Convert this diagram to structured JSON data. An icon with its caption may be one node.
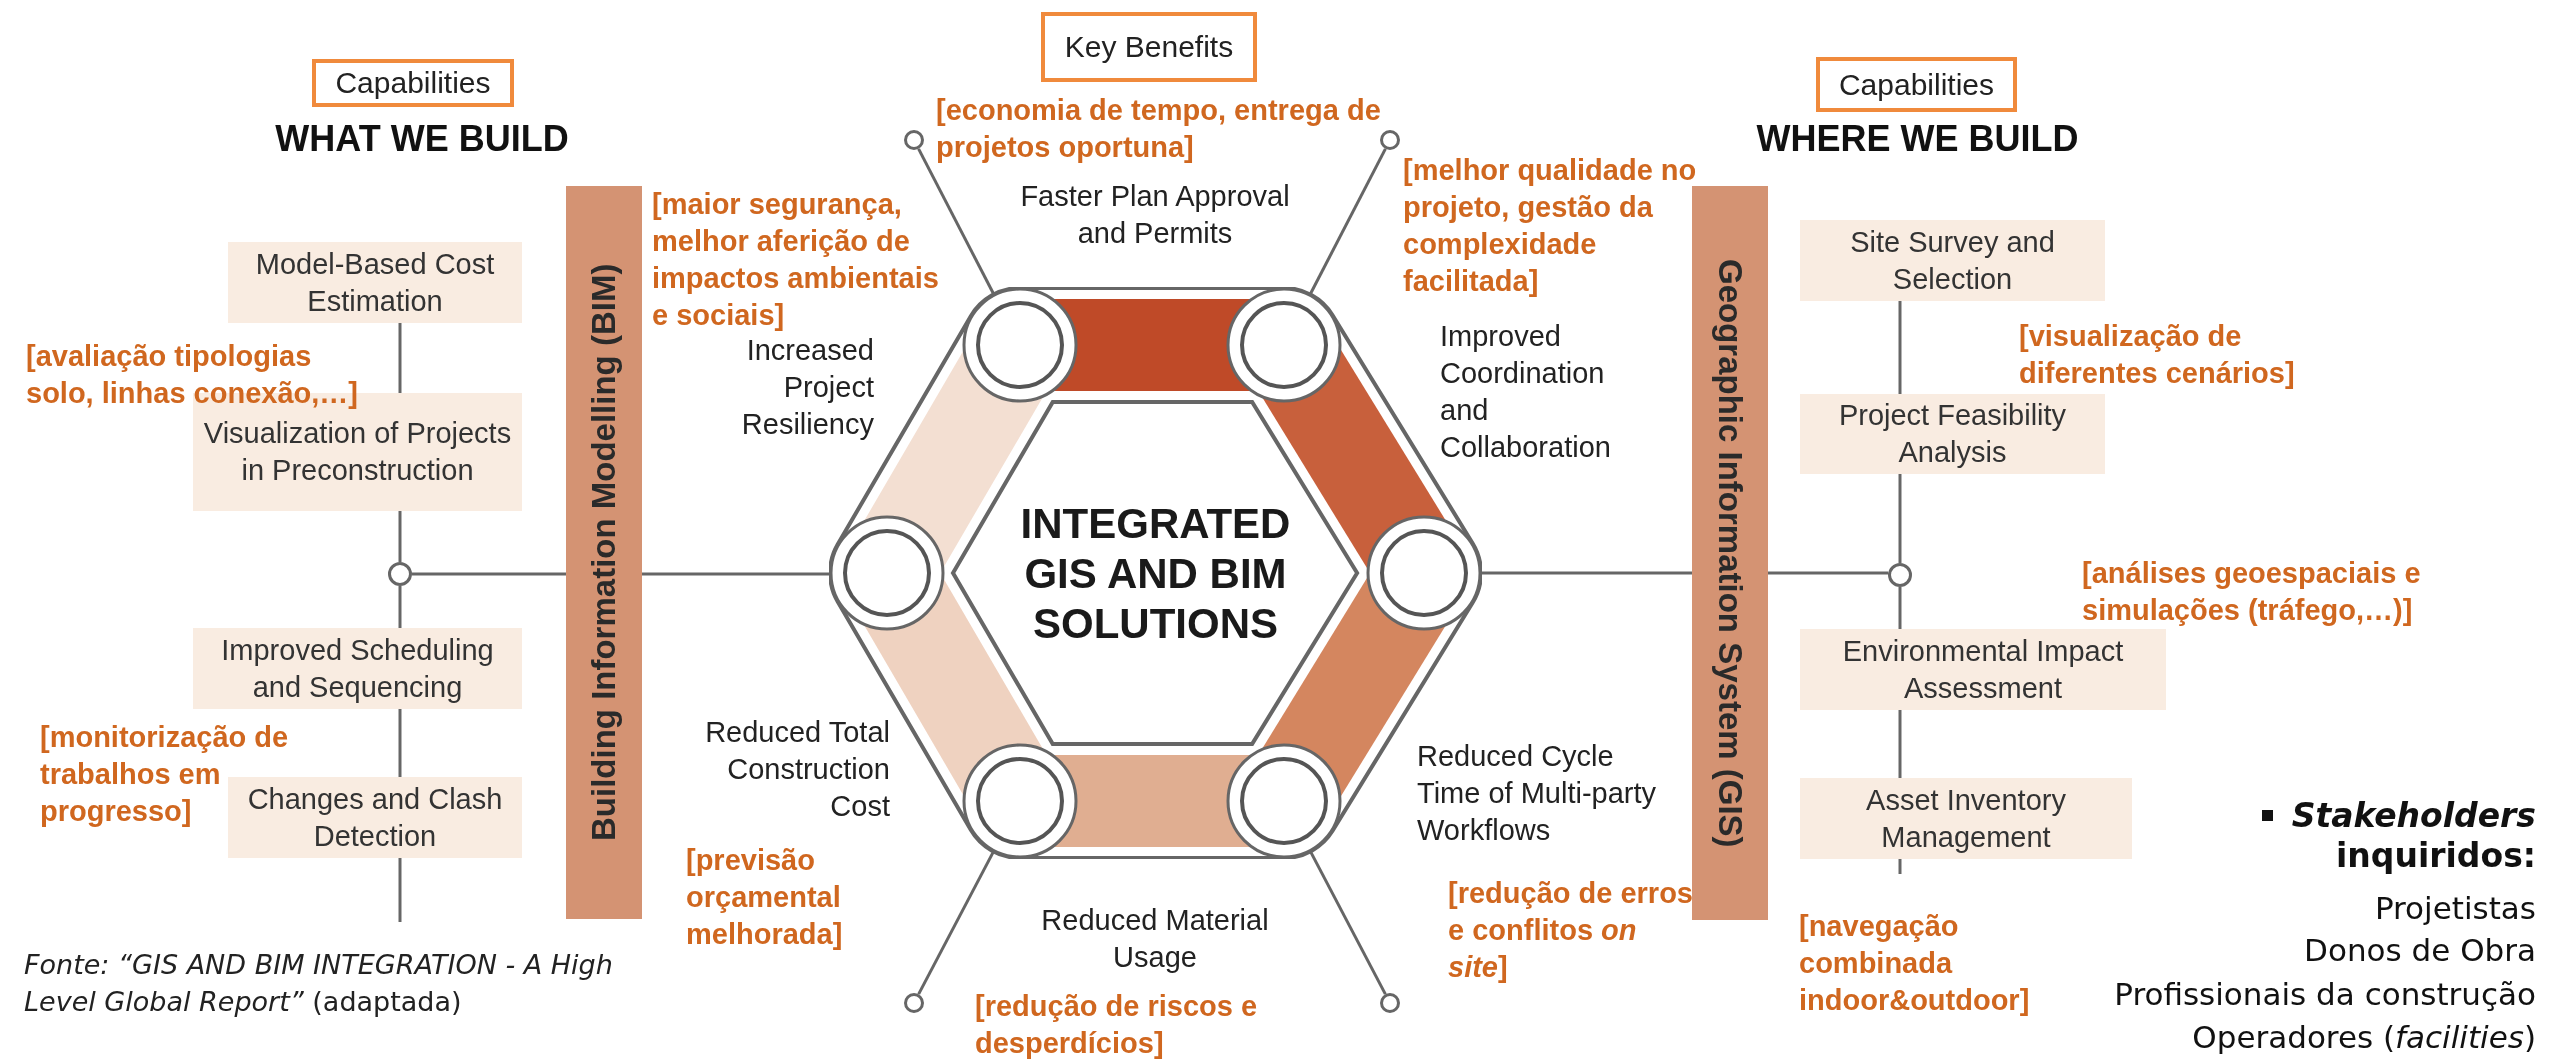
{
  "diagram": {
    "caption": "*Fonte: “GIS AND BIM INTEGRATION - A High Level Global Report”* (adaptada)",
    "nodes": [
      {
        "text": [
          "Capabilities"
        ]
      },
      {
        "text": [
          "Key Benefits"
        ]
      },
      {
        "text": [
          "Capabilities"
        ]
      },
      {
        "text": [],
        "shape": "circle"
      },
      {
        "text": [],
        "shape": "circle"
      },
      {
        "text": [
          "Building Information Modelling (BIM)"
        ]
      },
      {
        "text": [
          "Model-Based Cost Estimation"
        ]
      },
      {
        "text": [
          "Visualization of Projects in Preconstruction"
        ]
      },
      {
        "text": [
          "INTEGRATED GIS AND BIM SOLUTIONS"
        ]
      },
      {
        "text": [
          "Geographic Information System (GIS)"
        ]
      },
      {
        "text": [
          "Site Survey and Selection"
        ]
      },
      {
        "text": [
          "Project Feasibility Analysis"
        ]
      },
      {
        "text": [],
        "shape": "circle"
      },
      {
        "text": [],
        "shape": "circle"
      },
      {
        "text": [
          "Improved Scheduling and Sequencing"
        ]
      },
      {
        "text": [
          "Changes and Clash Detection"
        ]
      },
      {
        "text": [
          "Environmental Impact Assessment"
        ]
      },
      {
        "text": [
          "Asset Inventory Management"
        ]
      },
      {
        "text": [],
        "shape": "circle"
      },
      {
        "text": [],
        "shape": "circle"
      }
    ],
    "edges": [
      {
        "from": 8,
        "to": 3,
        "arrow": "none"
      },
      {
        "from": 8,
        "to": 4,
        "arrow": "none"
      },
      {
        "from": 8,
        "to": 18,
        "arrow": "none"
      },
      {
        "from": 8,
        "to": 19,
        "arrow": "none"
      },
      {
        "from": 12,
        "to": 5,
        "arrow": "none"
      },
      {
        "from": 5,
        "to": 8,
        "arrow": "none"
      },
      {
        "from": 8,
        "to": 9,
        "arrow": "none"
      },
      {
        "from": 9,
        "to": 13,
        "arrow": "none"
      },
      {
        "from": 6,
        "to": 7,
        "arrow": "none"
      },
      {
        "from": 7,
        "to": 12,
        "arrow": "none"
      },
      {
        "from": 12,
        "to": 14,
        "arrow": "none"
      },
      {
        "from": 14,
        "to": 15,
        "arrow": "none"
      },
      {
        "from": 15,
        "to": null,
        "arrow": "none"
      },
      {
        "from": 10,
        "to": 11,
        "arrow": "none"
      },
      {
        "from": 11,
        "to": 13,
        "arrow": "none"
      },
      {
        "from": 13,
        "to": 16,
        "arrow": "none"
      },
      {
        "from": 16,
        "to": 17,
        "arrow": "none"
      },
      {
        "from": 17,
        "to": null,
        "arrow": "none"
      }
    ],
    "labels": [
      "WHAT WE BUILD",
      "WHERE WE BUILD",
      "[economia de tempo, entrega de projetos oportuna]",
      "[maior segurança, melhor aferição de impactos ambientais e sociais]",
      "Faster Plan Approval and Permits",
      "[melhor qualidade no projeto, gestão da complexidade facilitada]",
      "Increased Project Resiliency",
      "Improved Coordination and Collaboration",
      "[avaliação tipologias solo, linhas conexão,…]",
      "[visualização de diferentes cenários]",
      "[análises geoespaciais e simulações (tráfego,…)]",
      "[monitorização de trabalhos em progresso]",
      "Reduced Total Construction Cost",
      "Reduced Cycle Time of Multi-party Workflows",
      "*Stakeholders* inquiridos:",
      "[previsão orçamental melhorada]",
      "[redução de erros e conflitos *on site*]",
      "[navegação combinada indoor&outdoor]",
      "Projetistas",
      "Donos de Obra",
      "Profissionais da construção",
      "Operadores (*facilities*)",
      "Reduced Material Usage",
      "[redução de riscos e desperdícios]"
    ]
  }
}
